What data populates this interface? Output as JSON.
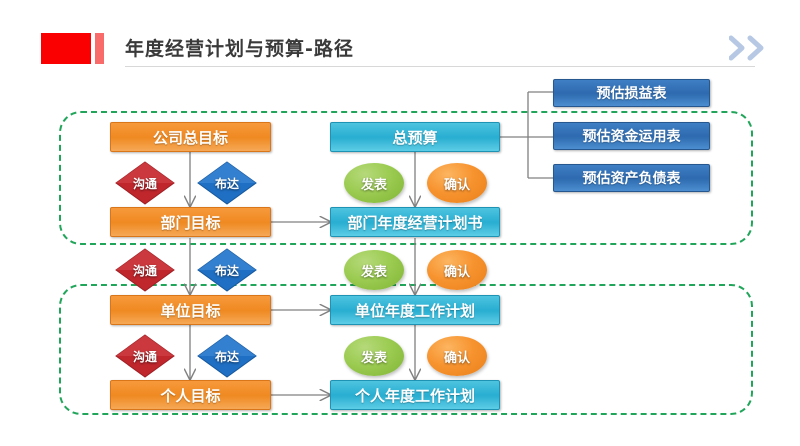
{
  "header": {
    "title": "年度经营计划与预算-路径",
    "chevron_icon": "double-chevron-right-icon",
    "accent_color": "#fb0000",
    "chevron_color": "#b6c8e4"
  },
  "diagram": {
    "group_border_color": "#21a55a",
    "nodes": {
      "company_goal": "公司总目标",
      "total_budget": "总预算",
      "dept_goal": "部门目标",
      "dept_plan": "部门年度经营计划书",
      "unit_goal": "单位目标",
      "unit_plan": "单位年度工作计划",
      "person_goal": "个人目标",
      "person_plan": "个人年度工作计划"
    },
    "budget_outputs": [
      "预估损益表",
      "预估资金运用表",
      "预估资产负债表"
    ],
    "connectors": {
      "communicate": "沟通",
      "deploy": "布达",
      "publish": "发表",
      "confirm": "确认"
    },
    "colors": {
      "goal_orange": "#f08a23",
      "plan_cyan": "#2aafd2",
      "output_blue": "#2f6bb0",
      "communicate_red": "#c0272d",
      "deploy_blue": "#1f6fc4",
      "publish_green": "#9ccc52",
      "confirm_orange": "#f79430"
    }
  }
}
